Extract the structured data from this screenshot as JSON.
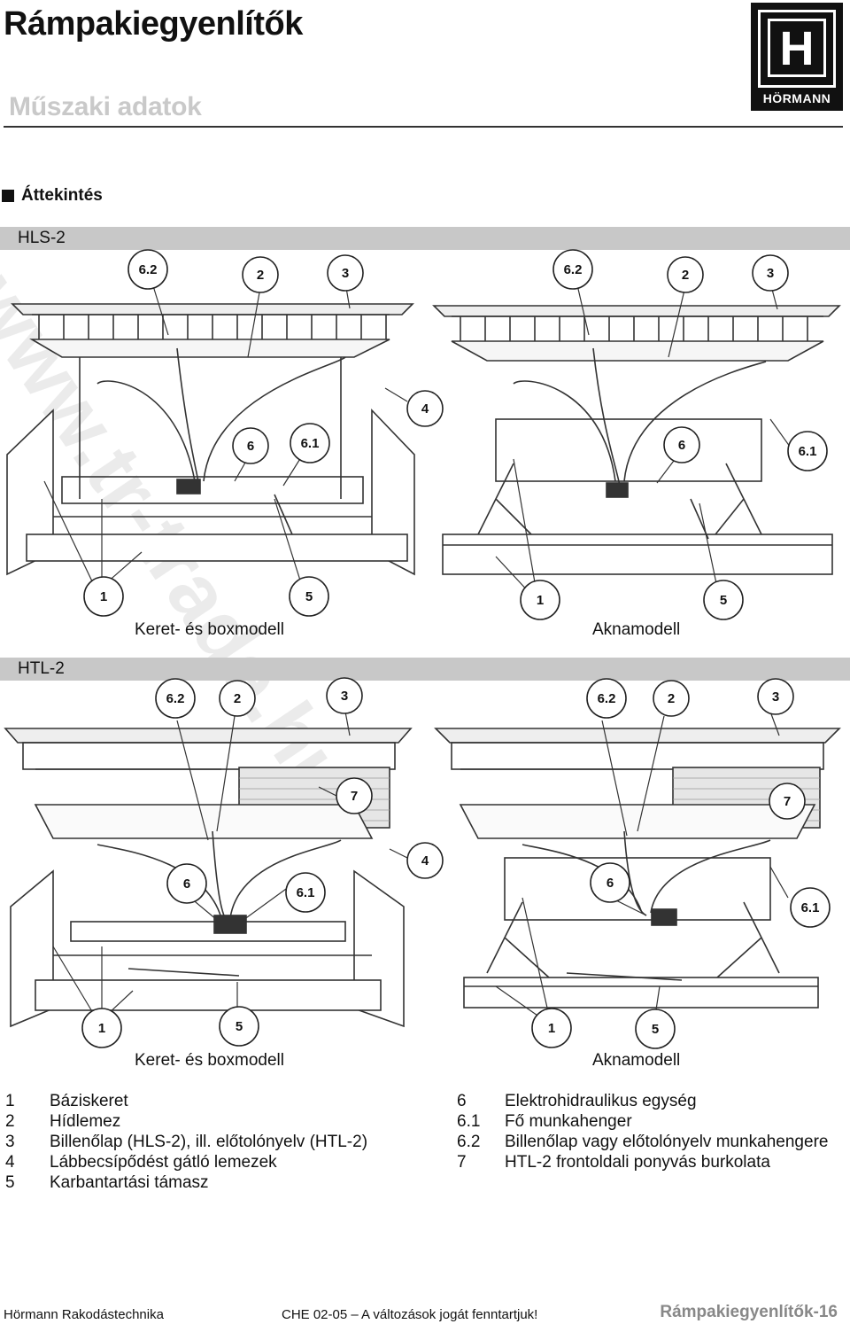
{
  "header": {
    "title": "Rámpakiegyenlítők",
    "subtitle": "Műszaki adatok",
    "logo_text": "HÖRMANN",
    "logo_letter": "H"
  },
  "section_title": "Áttekintés",
  "bands": {
    "hls": "HLS-2",
    "htl": "HTL-2"
  },
  "captions": {
    "hls_left": "Keret- és boxmodell",
    "hls_right": "Aknamodell",
    "htl_left": "Keret- és boxmodell",
    "htl_right": "Aknamodell"
  },
  "callouts": {
    "hls_left": [
      "6.2",
      "2",
      "3",
      "4",
      "6",
      "6.1",
      "1",
      "5"
    ],
    "hls_right": [
      "6.2",
      "2",
      "3",
      "6",
      "6.1",
      "1",
      "5"
    ],
    "htl_left": [
      "6.2",
      "2",
      "3",
      "7",
      "4",
      "6",
      "6.1",
      "1",
      "5"
    ],
    "htl_right": [
      "6.2",
      "2",
      "3",
      "7",
      "6",
      "6.1",
      "1",
      "5"
    ]
  },
  "legend_left": [
    {
      "num": "1",
      "text": "Báziskeret"
    },
    {
      "num": "2",
      "text": "Hídlemez"
    },
    {
      "num": "3",
      "text": "Billenőlap (HLS-2), ill. előtolónyelv (HTL-2)"
    },
    {
      "num": "4",
      "text": "Lábbecsípődést gátló lemezek"
    },
    {
      "num": "5",
      "text": "Karbantartási támasz"
    }
  ],
  "legend_right": [
    {
      "num": "6",
      "text": "Elektrohidraulikus egység"
    },
    {
      "num": "6.1",
      "text": "Fő munkahenger"
    },
    {
      "num": "6.2",
      "text": "Billenőlap vagy előtolónyelv munkahengere"
    },
    {
      "num": "7",
      "text": "HTL-2 frontoldali ponyvás burkolata"
    }
  ],
  "footer": {
    "left": "Hörmann Rakodástechnika",
    "center": "CHE 02-05 – A változások jogát fenntartjuk!",
    "right": "Rámpakiegyenlítők-16"
  },
  "watermark": "www.tr-trade.hu"
}
